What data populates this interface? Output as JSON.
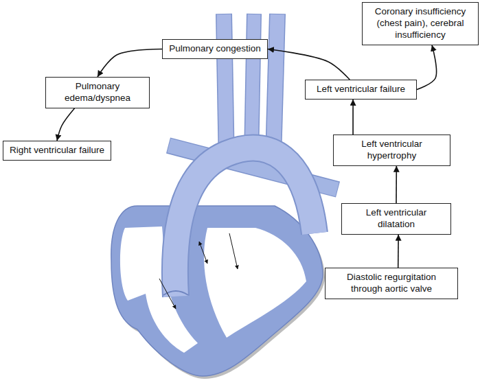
{
  "diagram": {
    "nodes": [
      {
        "text": [
          "Coronary insufficiency (chest pain), cerebral insufficiency"
        ]
      },
      {
        "text": [
          "Pulmonary congestion"
        ]
      },
      {
        "text": [
          "Pulmonary edema/dyspnea"
        ]
      },
      {
        "text": [
          "Left ventricular failure"
        ]
      },
      {
        "text": [
          "Right ventricular failure"
        ]
      },
      {
        "text": [
          "Left ventricular hypertrophy"
        ]
      },
      {
        "text": [
          "Left ventricular dilatation"
        ]
      },
      {
        "text": [
          "Diastolic regurgitation through aortic valve"
        ]
      }
    ],
    "edges": [
      {
        "from": 7,
        "to": 6,
        "arrow": "to"
      },
      {
        "from": 6,
        "to": 5,
        "arrow": "to"
      },
      {
        "from": 5,
        "to": 3,
        "arrow": "to"
      },
      {
        "from": 3,
        "to": 1,
        "arrow": "to"
      },
      {
        "from": 3,
        "to": 0,
        "arrow": "to"
      },
      {
        "from": 1,
        "to": 2,
        "arrow": "to"
      },
      {
        "from": 2,
        "to": 4,
        "arrow": "to"
      }
    ]
  }
}
